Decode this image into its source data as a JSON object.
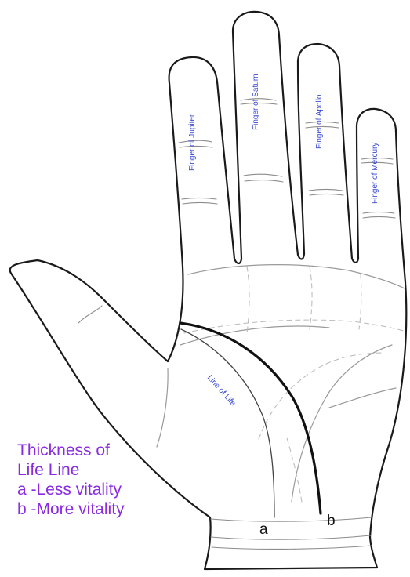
{
  "fingers": {
    "jupiter": "Finger of Jupiter",
    "saturn": "Finger of Saturn",
    "apollo": "Finger of Apollo",
    "mercury": "Finger of Mercury"
  },
  "line_of_life_label": "Line of Life",
  "markers": {
    "a": "a",
    "b": "b"
  },
  "legend": {
    "title_line1": "Thickness of",
    "title_line2": "Life Line",
    "item_a": "a -Less vitality",
    "item_b": "b -More vitality"
  },
  "colors": {
    "label_blue": "#3a4bd1",
    "legend_purple": "#8a2be2"
  }
}
